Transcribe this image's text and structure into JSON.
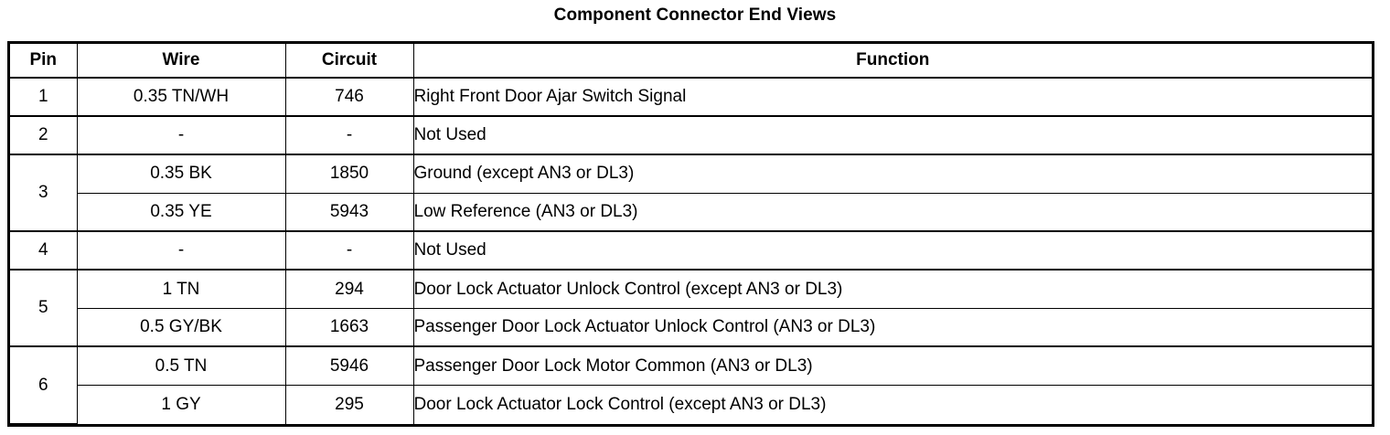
{
  "page": {
    "title": "Component Connector End Views"
  },
  "table": {
    "headers": {
      "pin": "Pin",
      "wire": "Wire",
      "circuit": "Circuit",
      "function": "Function"
    },
    "rows": [
      {
        "pin": "1",
        "entries": [
          {
            "wire": "0.35 TN/WH",
            "circuit": "746",
            "function": "Right Front Door Ajar Switch Signal"
          }
        ]
      },
      {
        "pin": "2",
        "entries": [
          {
            "wire": "-",
            "circuit": "-",
            "function": "Not Used"
          }
        ]
      },
      {
        "pin": "3",
        "entries": [
          {
            "wire": "0.35 BK",
            "circuit": "1850",
            "function": "Ground (except AN3 or DL3)"
          },
          {
            "wire": "0.35 YE",
            "circuit": "5943",
            "function": "Low Reference (AN3 or DL3)"
          }
        ]
      },
      {
        "pin": "4",
        "entries": [
          {
            "wire": "-",
            "circuit": "-",
            "function": "Not Used"
          }
        ]
      },
      {
        "pin": "5",
        "entries": [
          {
            "wire": "1 TN",
            "circuit": "294",
            "function": "Door Lock Actuator Unlock Control (except AN3 or DL3)"
          },
          {
            "wire": "0.5 GY/BK",
            "circuit": "1663",
            "function": "Passenger Door Lock Actuator Unlock Control (AN3 or DL3)"
          }
        ]
      },
      {
        "pin": "6",
        "entries": [
          {
            "wire": "0.5 TN",
            "circuit": "5946",
            "function": "Passenger Door Lock Motor Common (AN3 or DL3)"
          },
          {
            "wire": "1 GY",
            "circuit": "295",
            "function": "Door Lock Actuator Lock Control (except AN3 or DL3)"
          }
        ]
      }
    ]
  },
  "colors": {
    "background": "#ffffff",
    "text": "#000000",
    "border": "#000000"
  }
}
